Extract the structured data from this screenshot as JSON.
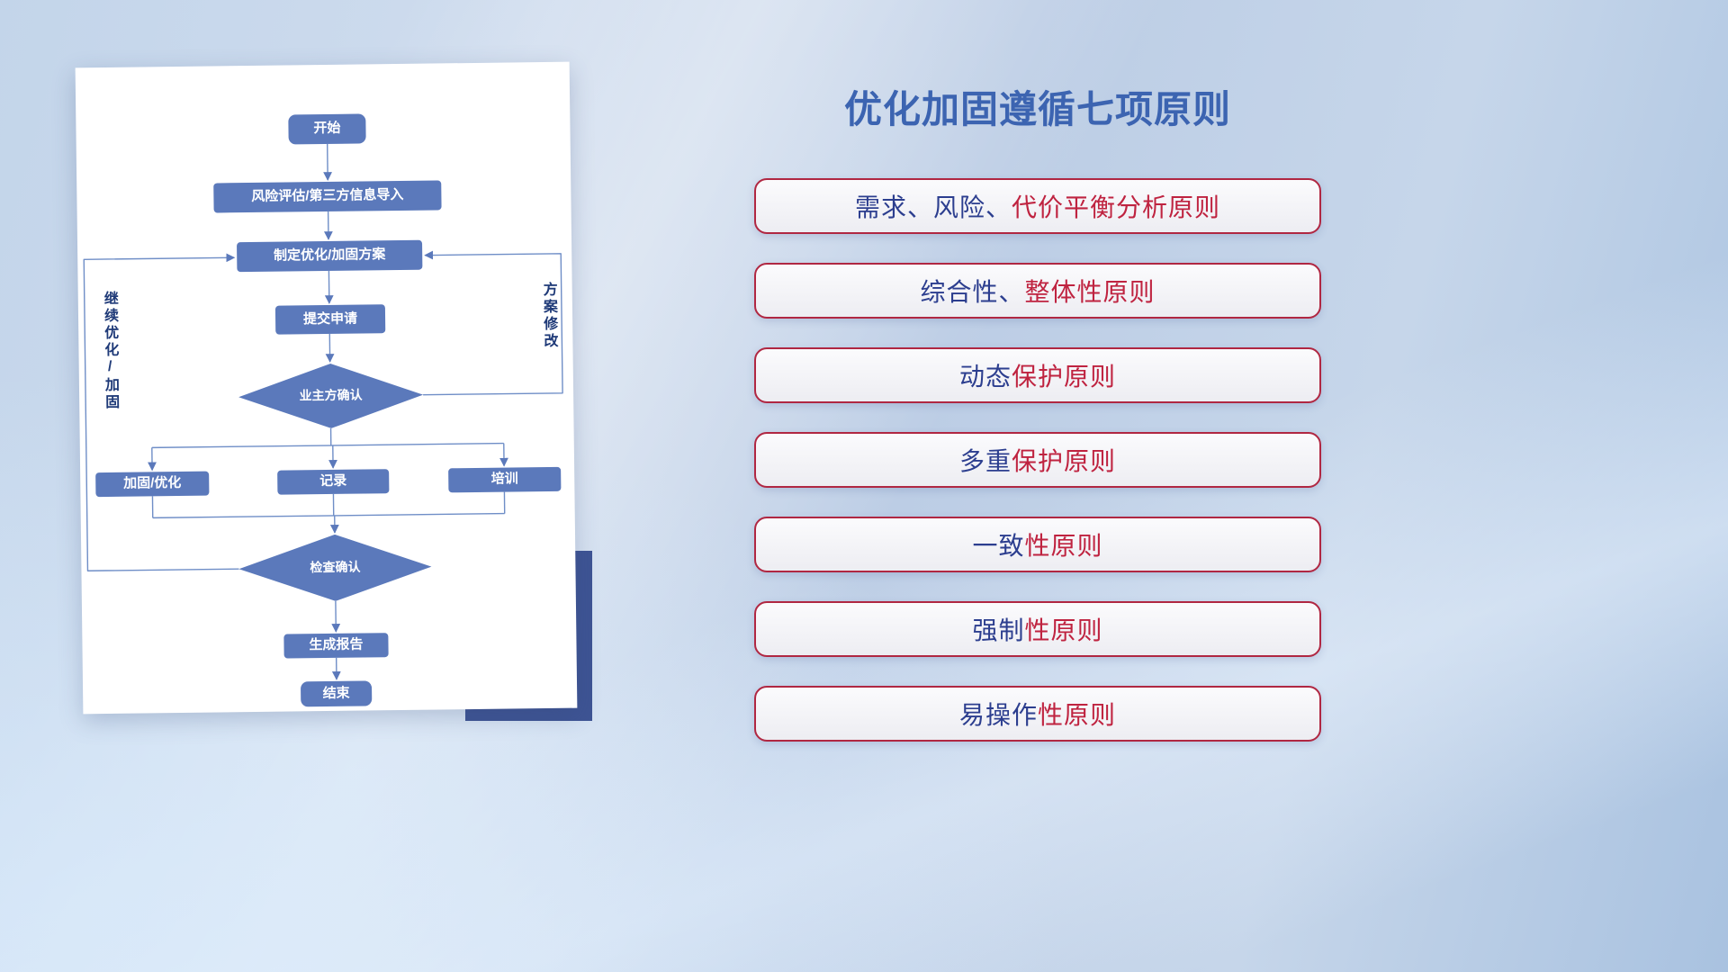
{
  "title": "优化加固遵循七项原则",
  "flowchart": {
    "start": "开始",
    "risk_import": "风险评估/第三方信息导入",
    "make_plan": "制定优化/加固方案",
    "submit": "提交申请",
    "owner_confirm": "业主方确认",
    "reinforce": "加固/优化",
    "record": "记录",
    "training": "培训",
    "check_confirm": "检查确认",
    "report": "生成报告",
    "end": "结束",
    "loop_left": "继续优化/加固",
    "loop_right": "方案修改"
  },
  "principles": [
    {
      "seg1": {
        "text": "需求、风险、",
        "color": "navy"
      },
      "seg2": {
        "text": "代价平衡分析原则",
        "color": "red"
      }
    },
    {
      "seg1": {
        "text": "综合性、",
        "color": "navy"
      },
      "seg2": {
        "text": "整体性原则",
        "color": "red"
      }
    },
    {
      "seg1": {
        "text": "动态",
        "color": "navy"
      },
      "seg2": {
        "text": "保护原则",
        "color": "red"
      }
    },
    {
      "seg1": {
        "text": "多重",
        "color": "navy"
      },
      "seg2": {
        "text": "保护原则",
        "color": "red"
      }
    },
    {
      "seg1": {
        "text": "一致",
        "color": "navy"
      },
      "seg2": {
        "text": "性原则",
        "color": "red"
      }
    },
    {
      "seg1": {
        "text": "强制",
        "color": "navy"
      },
      "seg2": {
        "text": "性原则",
        "color": "red"
      }
    },
    {
      "seg1": {
        "text": "易操作",
        "color": "navy"
      },
      "seg2": {
        "text": "性原则",
        "color": "red"
      }
    }
  ],
  "colors": {
    "title_blue": "#3c64b1",
    "accent_navy": "#2c3e8f",
    "accent_red": "#bf2340",
    "pill_border": "#b02742",
    "node_fill": "#5b79bb",
    "connector": "#6f8ec7",
    "card_back_accent": "#3e5494"
  }
}
